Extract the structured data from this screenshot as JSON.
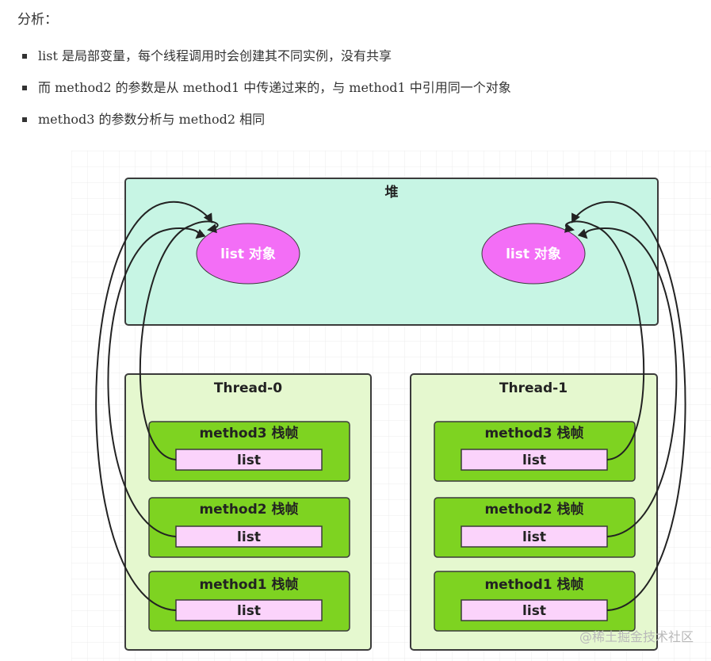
{
  "heading": "分析：",
  "bullets": [
    "list 是局部变量，每个线程调用时会创建其不同实例，没有共享",
    "而 method2 的参数是从 method1 中传递过来的，与 method1 中引用同一个对象",
    "method3 的参数分析与 method2 相同"
  ],
  "diagram": {
    "heap_label": "堆",
    "heap_objects": [
      "list 对象",
      "list 对象"
    ],
    "threads": [
      {
        "name": "Thread-0",
        "frames": [
          {
            "label": "method3 栈帧",
            "var": "list"
          },
          {
            "label": "method2 栈帧",
            "var": "list"
          },
          {
            "label": "method1 栈帧",
            "var": "list"
          }
        ]
      },
      {
        "name": "Thread-1",
        "frames": [
          {
            "label": "method3 栈帧",
            "var": "list"
          },
          {
            "label": "method2 栈帧",
            "var": "list"
          },
          {
            "label": "method1 栈帧",
            "var": "list"
          }
        ]
      }
    ],
    "colors": {
      "heap_fill": "#c7f5e4",
      "thread_fill": "#e5f8cf",
      "frame_fill": "#7ed321",
      "var_fill": "#fbd3fb",
      "object_fill": "#f36ef6",
      "stroke": "#3b3b3b"
    }
  },
  "watermark": "@稀土掘金技术社区"
}
